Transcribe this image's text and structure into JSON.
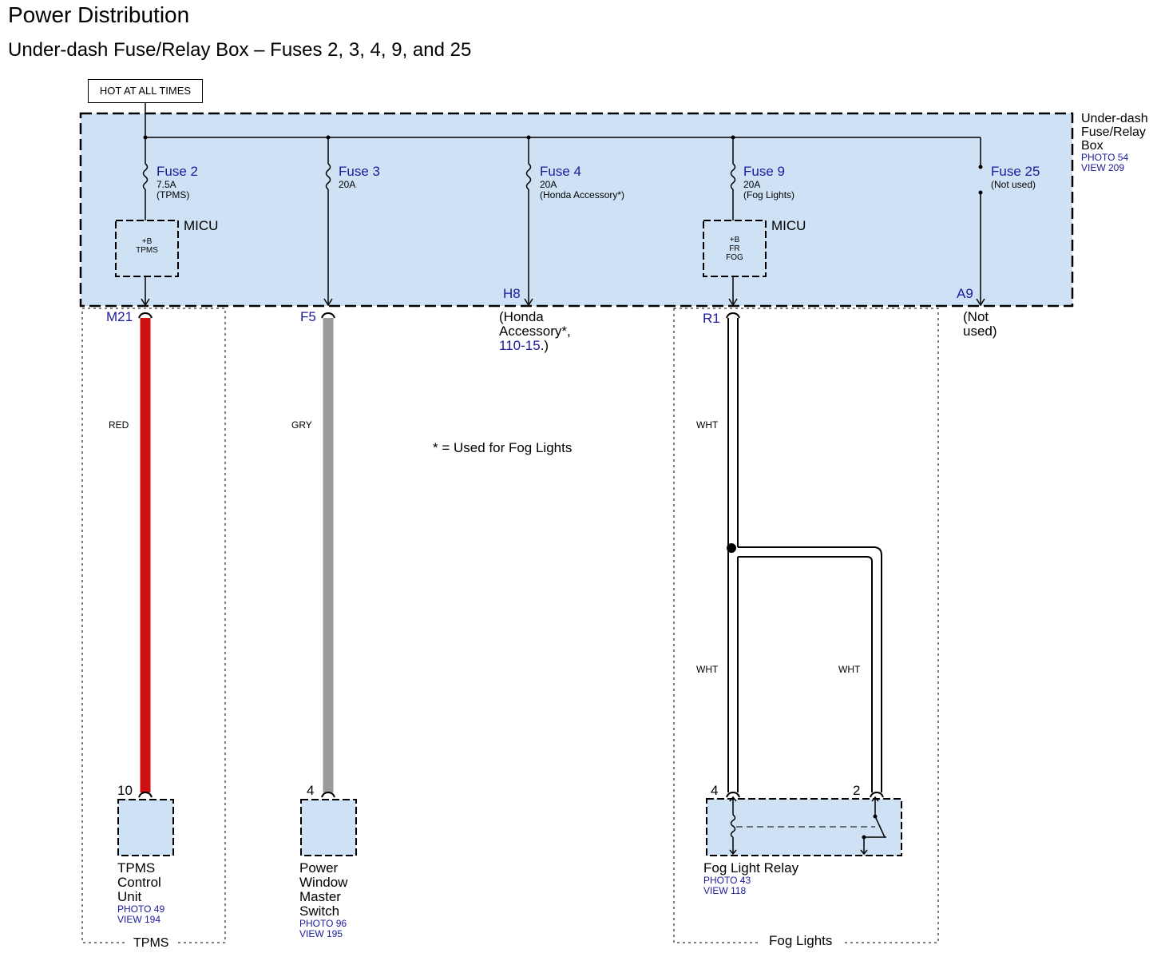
{
  "header": {
    "title": "Power Distribution",
    "subtitle": "Under-dash Fuse/Relay Box – Fuses 2, 3, 4, 9, and 25"
  },
  "hot_label": "HOT AT ALL TIMES",
  "fuse_box": {
    "name_line1": "Under-dash",
    "name_line2": "Fuse/Relay",
    "name_line3": "Box",
    "photo": "PHOTO 54",
    "view": "VIEW 209"
  },
  "fuses": [
    {
      "name": "Fuse 2",
      "rating": "7.5A",
      "note": "(TPMS)"
    },
    {
      "name": "Fuse 3",
      "rating": "20A",
      "note": ""
    },
    {
      "name": "Fuse 4",
      "rating": "20A",
      "note": "(Honda Accessory*)"
    },
    {
      "name": "Fuse 9",
      "rating": "20A",
      "note": "(Fog Lights)"
    },
    {
      "name": "Fuse 25",
      "rating": "",
      "note": "(Not used)"
    }
  ],
  "micu": [
    {
      "label": "MICU",
      "line1": "+B",
      "line2": "TPMS",
      "line3": ""
    },
    {
      "label": "MICU",
      "line1": "+B",
      "line2": "FR",
      "line3": "FOG"
    }
  ],
  "terminals": {
    "m21": "M21",
    "f5": "F5",
    "h8": "H8",
    "r1": "R1",
    "a9": "A9"
  },
  "h8_note": {
    "line1": "(Honda",
    "line2": "Accessory*,",
    "link": "110-15",
    "suffix": ".)"
  },
  "a9_note": {
    "line1": "(Not",
    "line2": "used)"
  },
  "wire_colors": {
    "red": "RED",
    "gry": "GRY",
    "wht1": "WHT",
    "wht2": "WHT",
    "wht3": "WHT"
  },
  "footnote": "* = Used for Fog Lights",
  "components": {
    "tpms": {
      "pin": "10",
      "line1": "TPMS",
      "line2": "Control",
      "line3": "Unit",
      "photo": "PHOTO 49",
      "view": "VIEW 194"
    },
    "pwms": {
      "pin": "4",
      "line1": "Power",
      "line2": "Window",
      "line3": "Master",
      "line4": "Switch",
      "photo": "PHOTO 96",
      "view": "VIEW 195"
    },
    "relay": {
      "pin_a": "4",
      "pin_b": "2",
      "name": "Fog Light Relay",
      "photo": "PHOTO 43",
      "view": "VIEW 118"
    }
  },
  "groups": {
    "tpms": "TPMS",
    "fog": "Fog Lights"
  },
  "colors": {
    "box_fill": "#cfe2f5",
    "red_wire": "#d01010",
    "gray_wire": "#9a9a9a",
    "link_blue": "#1a1a9c"
  }
}
